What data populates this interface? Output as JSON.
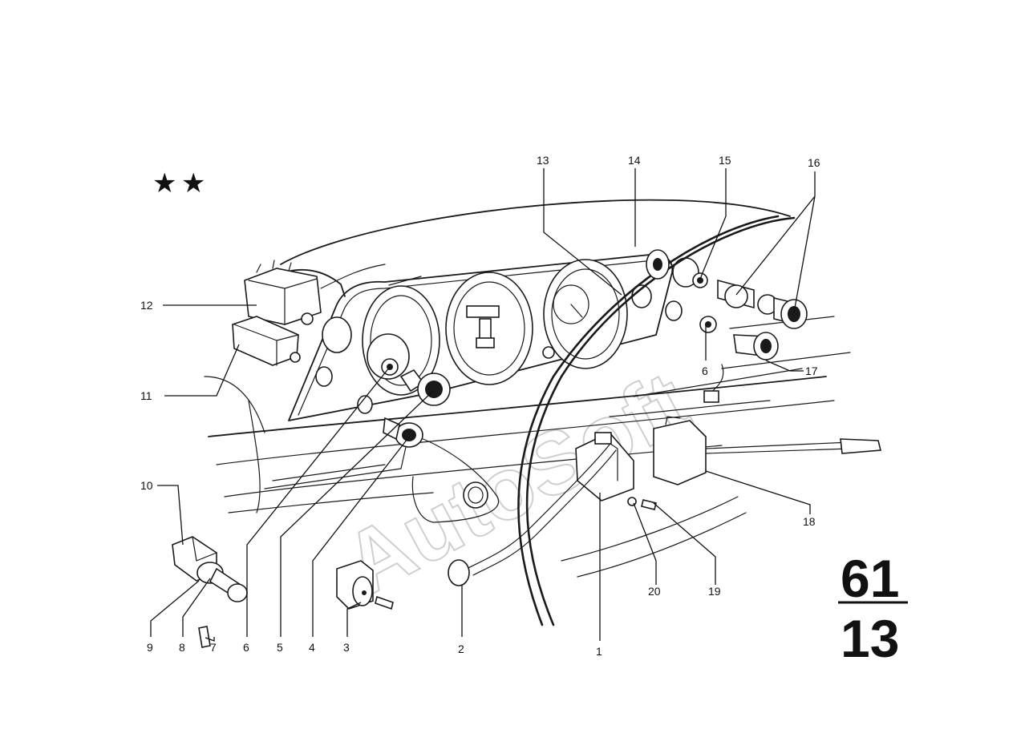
{
  "marker": {
    "stars": 2,
    "symbol": "★"
  },
  "section": {
    "group": "61",
    "subgroup": "13"
  },
  "watermark": {
    "text": "AutoSoft"
  },
  "callouts": [
    {
      "id": "c1",
      "label": "1"
    },
    {
      "id": "c2",
      "label": "2"
    },
    {
      "id": "c3",
      "label": "3"
    },
    {
      "id": "c4",
      "label": "4"
    },
    {
      "id": "c5",
      "label": "5"
    },
    {
      "id": "c6a",
      "label": "6"
    },
    {
      "id": "c6b",
      "label": "6"
    },
    {
      "id": "c7",
      "label": "7"
    },
    {
      "id": "c8",
      "label": "8"
    },
    {
      "id": "c9",
      "label": "9"
    },
    {
      "id": "c10",
      "label": "10"
    },
    {
      "id": "c11",
      "label": "11"
    },
    {
      "id": "c12",
      "label": "12"
    },
    {
      "id": "c13",
      "label": "13"
    },
    {
      "id": "c14",
      "label": "14"
    },
    {
      "id": "c15",
      "label": "15"
    },
    {
      "id": "c16",
      "label": "16"
    },
    {
      "id": "c17",
      "label": "17"
    },
    {
      "id": "c18",
      "label": "18"
    },
    {
      "id": "c19",
      "label": "19"
    },
    {
      "id": "c20",
      "label": "20"
    }
  ]
}
